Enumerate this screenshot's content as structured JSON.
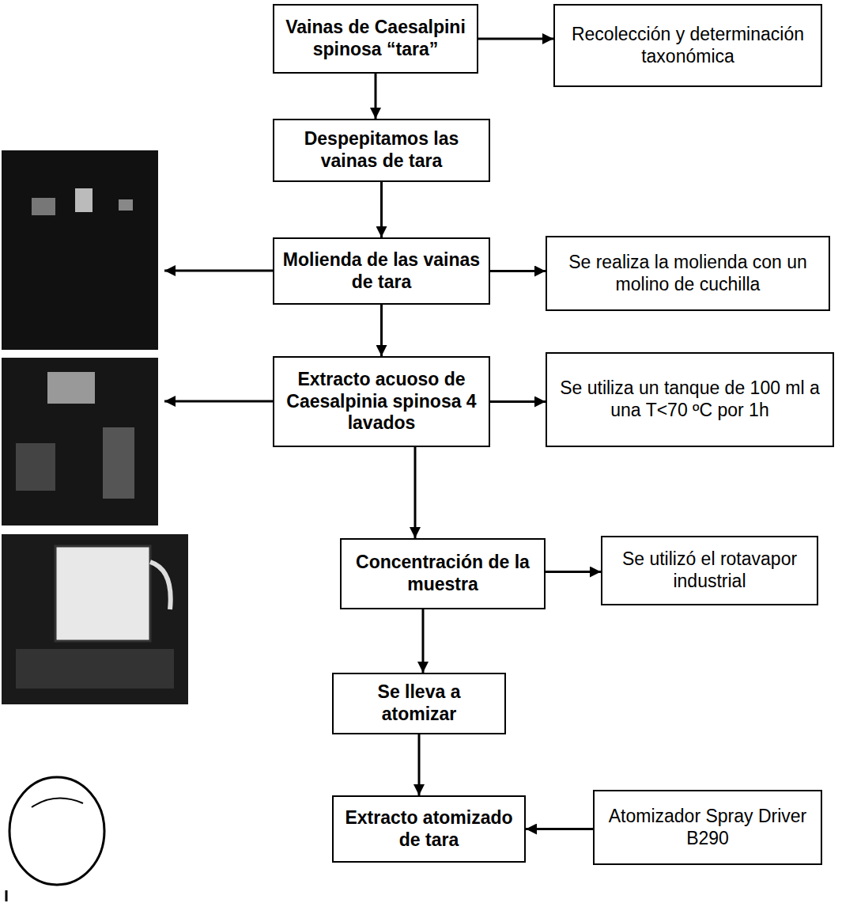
{
  "diagram": {
    "nodes": [
      {
        "text": [
          "Vainas de Caesalpini spinosa “tara”"
        ]
      },
      {
        "text": [
          "Recolección y determinación taxonómica"
        ]
      },
      {
        "text": [
          "Despepitamos las vainas de tara"
        ]
      },
      {
        "text": [
          "Molienda de las vainas de tara"
        ]
      },
      {
        "text": [
          "Se realiza la molienda con un molino de cuchilla"
        ]
      },
      {
        "text": [
          "Extracto acuoso de Caesalpinia spinosa 4 lavados"
        ]
      },
      {
        "text": [
          "Se utiliza un tanque de 100 ml a una T<70 ºC por 1h"
        ]
      },
      {
        "text": [
          "Concentración de la muestra"
        ]
      },
      {
        "text": [
          "Se utilizó el rotavapor industrial"
        ]
      },
      {
        "text": [
          "Se lleva a atomizar"
        ]
      },
      {
        "text": [
          "Extracto atomizado de tara"
        ]
      },
      {
        "text": [
          "Atomizador Spray Driver B290"
        ]
      }
    ],
    "edges": [
      {
        "from": 0,
        "to": 1,
        "arrow": "to"
      },
      {
        "from": 0,
        "to": 2,
        "arrow": "to"
      },
      {
        "from": 2,
        "to": 3,
        "arrow": "to"
      },
      {
        "from": 3,
        "to": 4,
        "arrow": "to"
      },
      {
        "from": 3,
        "to": 5,
        "arrow": "to"
      },
      {
        "from": 5,
        "to": 6,
        "arrow": "to"
      },
      {
        "from": 5,
        "to": 7,
        "arrow": "to"
      },
      {
        "from": 7,
        "to": 8,
        "arrow": "to"
      },
      {
        "from": 7,
        "to": 9,
        "arrow": "to"
      },
      {
        "from": 9,
        "to": 10,
        "arrow": "to"
      },
      {
        "from": 11,
        "to": 10,
        "arrow": "to"
      }
    ]
  }
}
